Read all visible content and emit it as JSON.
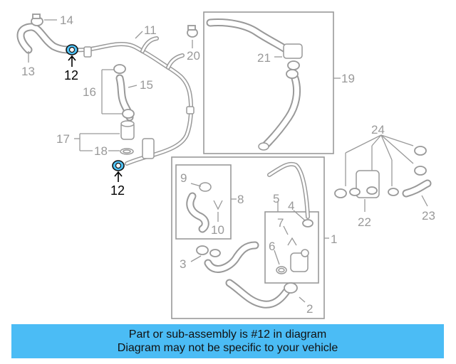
{
  "diagram": {
    "callouts": [
      "1",
      "2",
      "3",
      "4",
      "5",
      "6",
      "7",
      "8",
      "9",
      "10",
      "11",
      "12",
      "12",
      "13",
      "14",
      "15",
      "16",
      "17",
      "18",
      "19",
      "20",
      "21",
      "22",
      "23",
      "24"
    ],
    "highlighted_part": "12"
  },
  "banner": {
    "line1": "Part or sub-assembly is #12 in diagram",
    "line2": "Diagram may not be specific to your vehicle",
    "color": "#4bbcf5"
  }
}
